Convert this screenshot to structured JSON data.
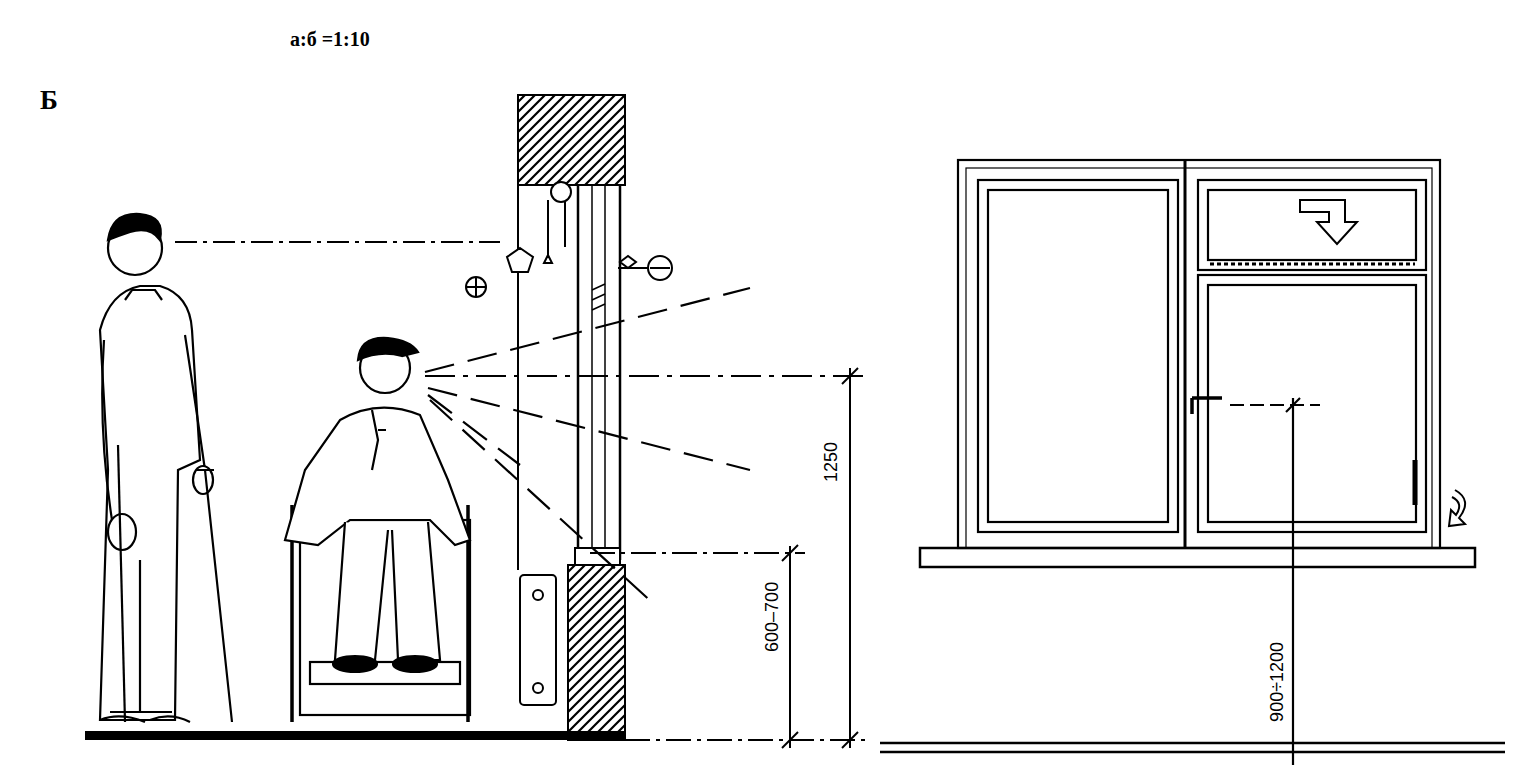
{
  "diagram": {
    "labels": [
      "а:б =1:10",
      "Б",
      "600–700",
      "1250",
      "900÷1200"
    ]
  }
}
